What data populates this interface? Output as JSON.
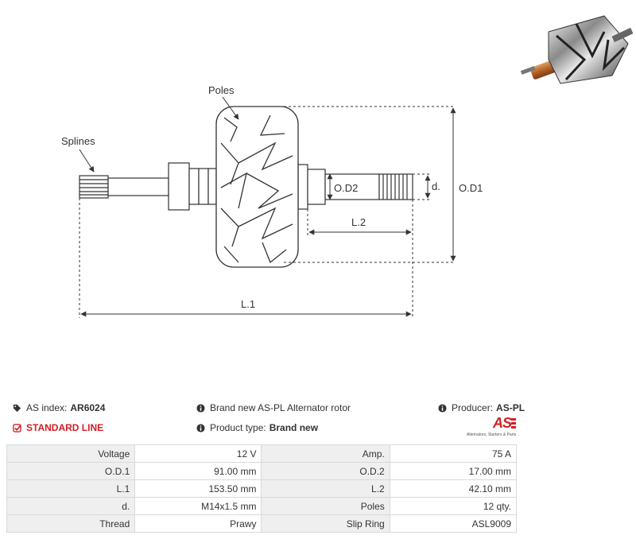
{
  "diagram": {
    "labels": {
      "poles": "Poles",
      "splines": "Splines",
      "od1": "O.D1",
      "od2": "O.D2",
      "d": "d.",
      "l1": "L.1",
      "l2": "L.2"
    }
  },
  "info": {
    "as_index_label": "AS index:",
    "as_index_value": "AR6024",
    "line_label": "STANDARD LINE",
    "description": "Brand new AS-PL Alternator rotor",
    "product_type_label": "Product type:",
    "product_type_value": "Brand new",
    "producer_label": "Producer:",
    "producer_value": "AS-PL"
  },
  "logo": {
    "text": "AS",
    "subtitle": "Alternators, Starters & Parts"
  },
  "specs": [
    {
      "k1": "Voltage",
      "v1": "12 V",
      "k2": "Amp.",
      "v2": "75 A"
    },
    {
      "k1": "O.D.1",
      "v1": "91.00 mm",
      "k2": "O.D.2",
      "v2": "17.00 mm"
    },
    {
      "k1": "L.1",
      "v1": "153.50 mm",
      "k2": "L.2",
      "v2": "42.10 mm"
    },
    {
      "k1": "d.",
      "v1": "M14x1.5 mm",
      "k2": "Poles",
      "v2": "12 qty."
    },
    {
      "k1": "Thread",
      "v1": "Prawy",
      "k2": "Slip Ring",
      "v2": "ASL9009"
    }
  ],
  "colors": {
    "accent": "#d21f26",
    "label_bg": "#efefef",
    "border": "#d9d9d9"
  }
}
